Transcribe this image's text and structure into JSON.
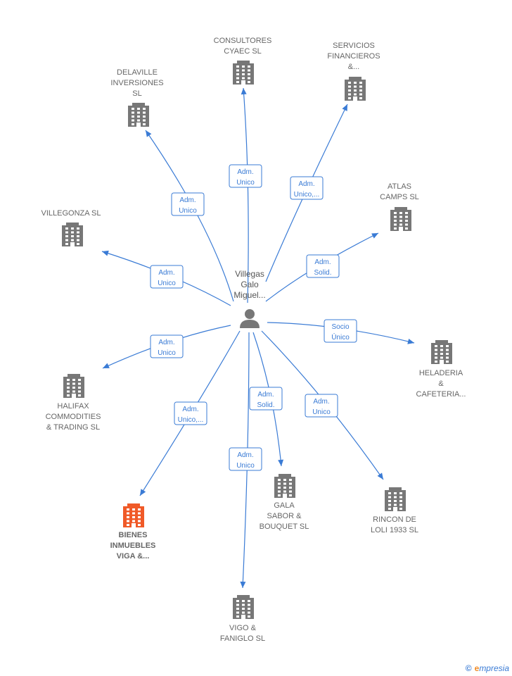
{
  "center": {
    "lines": [
      "Villegas",
      "Galo",
      "Miguel..."
    ],
    "icon": "person-icon"
  },
  "companies": [
    {
      "id": "consultores",
      "lines": [
        "CONSULTORES",
        "CYAEC  SL"
      ],
      "icon": "building-icon",
      "color": "#777777",
      "edge": [
        "Adm.",
        "Unico"
      ]
    },
    {
      "id": "servicios",
      "lines": [
        "SERVICIOS",
        "FINANCIEROS",
        "&..."
      ],
      "icon": "building-icon",
      "color": "#777777",
      "edge": [
        "Adm.",
        "Unico,..."
      ]
    },
    {
      "id": "delaville",
      "lines": [
        "DELAVILLE",
        "INVERSIONES",
        "SL"
      ],
      "icon": "building-icon",
      "color": "#777777",
      "edge": [
        "Adm.",
        "Unico"
      ]
    },
    {
      "id": "atlas",
      "lines": [
        "ATLAS",
        "CAMPS SL"
      ],
      "icon": "building-icon",
      "color": "#777777",
      "edge": [
        "Adm.",
        "Solid."
      ]
    },
    {
      "id": "villegonza",
      "lines": [
        "VILLEGONZA SL"
      ],
      "icon": "building-icon",
      "color": "#777777",
      "edge": [
        "Adm.",
        "Unico"
      ]
    },
    {
      "id": "heladeria",
      "lines": [
        "HELADERIA",
        "&",
        "CAFETERIA..."
      ],
      "icon": "building-icon",
      "color": "#777777",
      "edge": [
        "Socio",
        "Único"
      ]
    },
    {
      "id": "halifax",
      "lines": [
        "HALIFAX",
        "COMMODITIES",
        "& TRADING  SL"
      ],
      "icon": "building-icon",
      "color": "#777777",
      "edge": [
        "Adm.",
        "Unico"
      ]
    },
    {
      "id": "bienes",
      "lines": [
        "BIENES",
        "INMUEBLES",
        "VIGA &..."
      ],
      "icon": "building-icon",
      "color": "#f05a28",
      "highlight": true,
      "edge": [
        "Adm.",
        "Unico,..."
      ]
    },
    {
      "id": "gala",
      "lines": [
        "GALA",
        "SABOR &",
        "BOUQUET SL"
      ],
      "icon": "building-icon",
      "color": "#777777",
      "edge": [
        "Adm.",
        "Solid."
      ]
    },
    {
      "id": "rincon",
      "lines": [
        "RINCON DE",
        "LOLI 1933  SL"
      ],
      "icon": "building-icon",
      "color": "#777777",
      "edge": [
        "Adm.",
        "Unico"
      ]
    },
    {
      "id": "vigo",
      "lines": [
        "VIGO &",
        "FANIGLO  SL"
      ],
      "icon": "building-icon",
      "color": "#777777",
      "edge": [
        "Adm.",
        "Unico"
      ]
    }
  ],
  "footer": {
    "copyright_symbol": "©",
    "brand_initial": "e",
    "brand_rest": "mpresia"
  }
}
